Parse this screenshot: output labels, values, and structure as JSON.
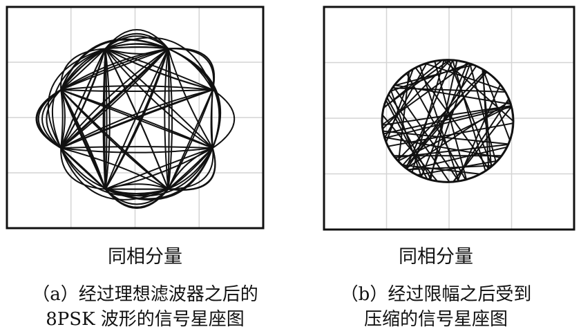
{
  "panels": [
    {
      "id": "a",
      "axis_label": "同相分量",
      "caption_line1": "（a）经过理想滤波器之后的",
      "caption_line2": "8PSK 波形的信号星座图"
    },
    {
      "id": "b",
      "axis_label": "同相分量",
      "caption_line1": "（b）经过限幅之后受到",
      "caption_line2": "压缩的信号星座图"
    }
  ],
  "colors": {
    "frame": "#111111",
    "grid": "#d4d4d4",
    "trace": "#111111"
  }
}
